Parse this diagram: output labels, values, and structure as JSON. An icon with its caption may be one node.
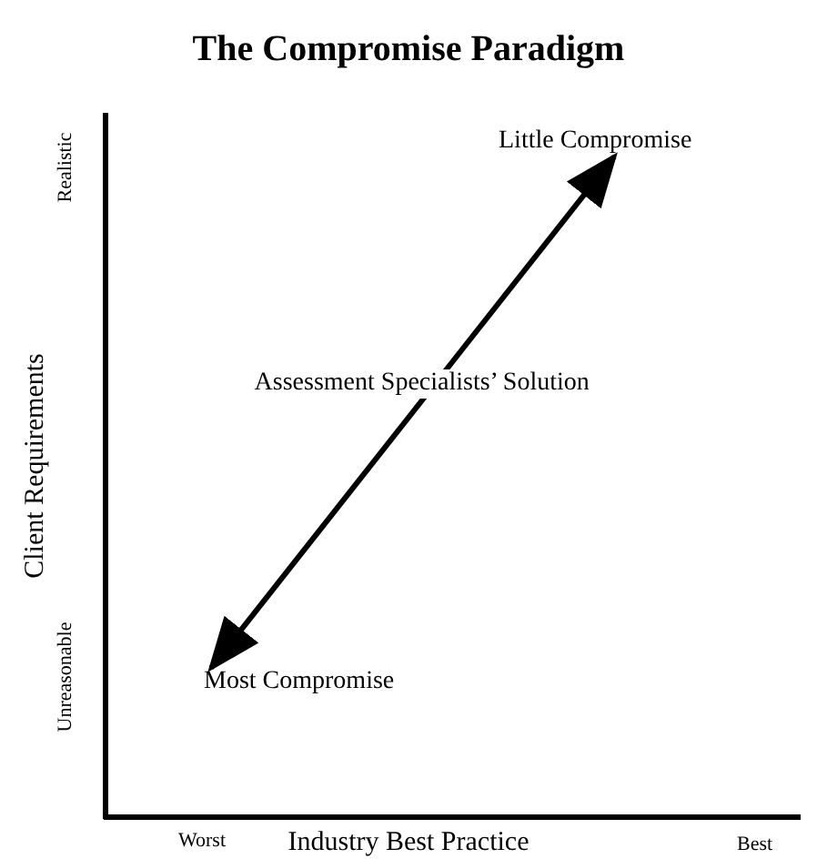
{
  "diagram": {
    "title": "The Compromise Paradigm",
    "nodes": [
      {
        "text": [
          "Little Compromise"
        ]
      },
      {
        "text": [
          "Most Compromise"
        ]
      }
    ],
    "edges": [
      {
        "from": 1,
        "to": 0,
        "arrow": "both",
        "label": "Assessment Specialists’ Solution"
      }
    ],
    "labels": [
      "Realistic",
      "Client Requirements",
      "Unreasonable",
      "Worst",
      "Best",
      "Industry Best Practice"
    ]
  }
}
